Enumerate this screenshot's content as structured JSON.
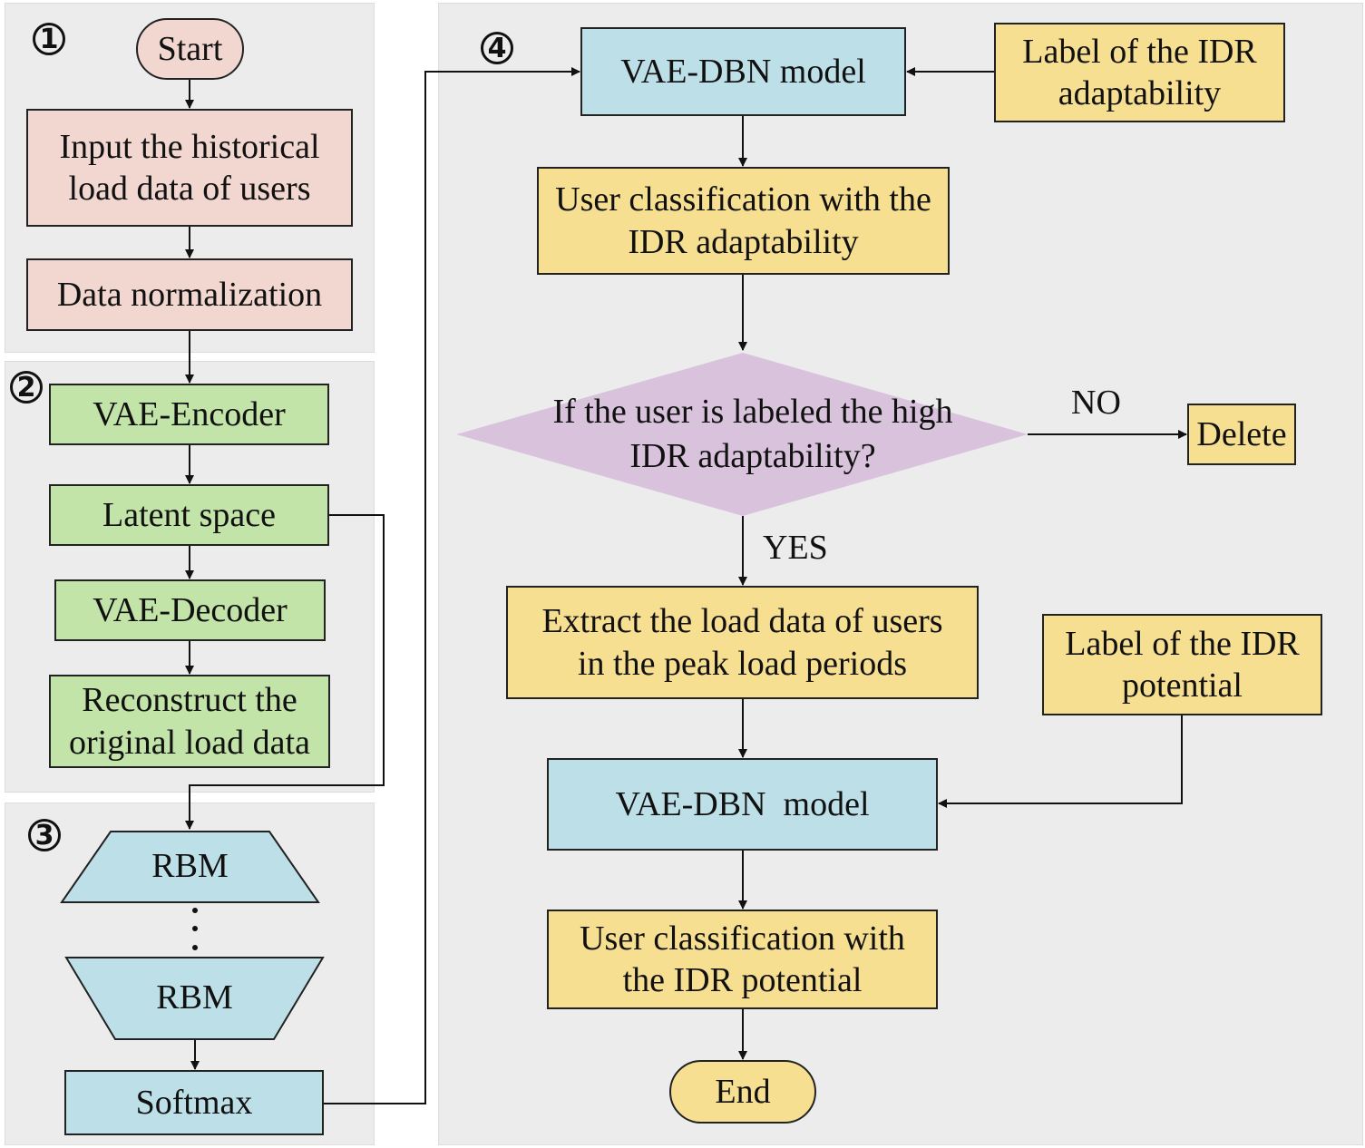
{
  "panels": {
    "p1": {
      "number": "1"
    },
    "p2": {
      "number": "2"
    },
    "p3": {
      "number": "3"
    },
    "p4": {
      "number": "4"
    }
  },
  "nodes": {
    "start": "Start",
    "input": "Input the historical load data of users",
    "normalization": "Data normalization",
    "encoder": "VAE-Encoder",
    "latent": "Latent space",
    "decoder": "VAE-Decoder",
    "reconstruct": "Reconstruct the original load data",
    "rbm_top": "RBM",
    "rbm_bottom": "RBM",
    "softmax": "Softmax",
    "vae_dbn_1": "VAE-DBN model",
    "label_adaptability": "Label of the IDR adaptability",
    "classification_adaptability": "User classification with the IDR adaptability",
    "decision": "If the user is labeled the high IDR adaptability?",
    "delete": "Delete",
    "extract": "Extract the load data of users in the peak load periods",
    "label_potential": "Label of the IDR potential",
    "vae_dbn_2": "VAE-DBN  model",
    "classification_potential": "User classification with the IDR potential",
    "end": "End"
  },
  "edge_labels": {
    "no": "NO",
    "yes": "YES"
  },
  "colors": {
    "pink": "#f2d7d1",
    "green": "#c3e4a8",
    "blue": "#bde0e8",
    "yellow": "#f6df91",
    "purple": "#d8c2dc",
    "panel": "#ececec"
  }
}
